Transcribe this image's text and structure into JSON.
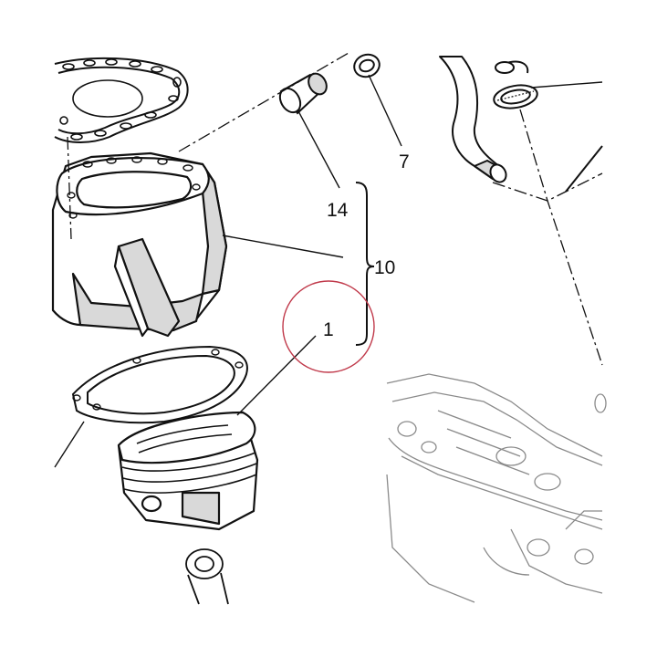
{
  "callouts": {
    "c7": "7",
    "c14": "14",
    "c10": "10",
    "c1": "1"
  },
  "highlight": {
    "target": "1",
    "color": "#c0394a"
  },
  "colors": {
    "ink": "#111111",
    "faint_ink": "#8a8a8a",
    "shading": "#d9d9d9",
    "background": "#ffffff"
  }
}
